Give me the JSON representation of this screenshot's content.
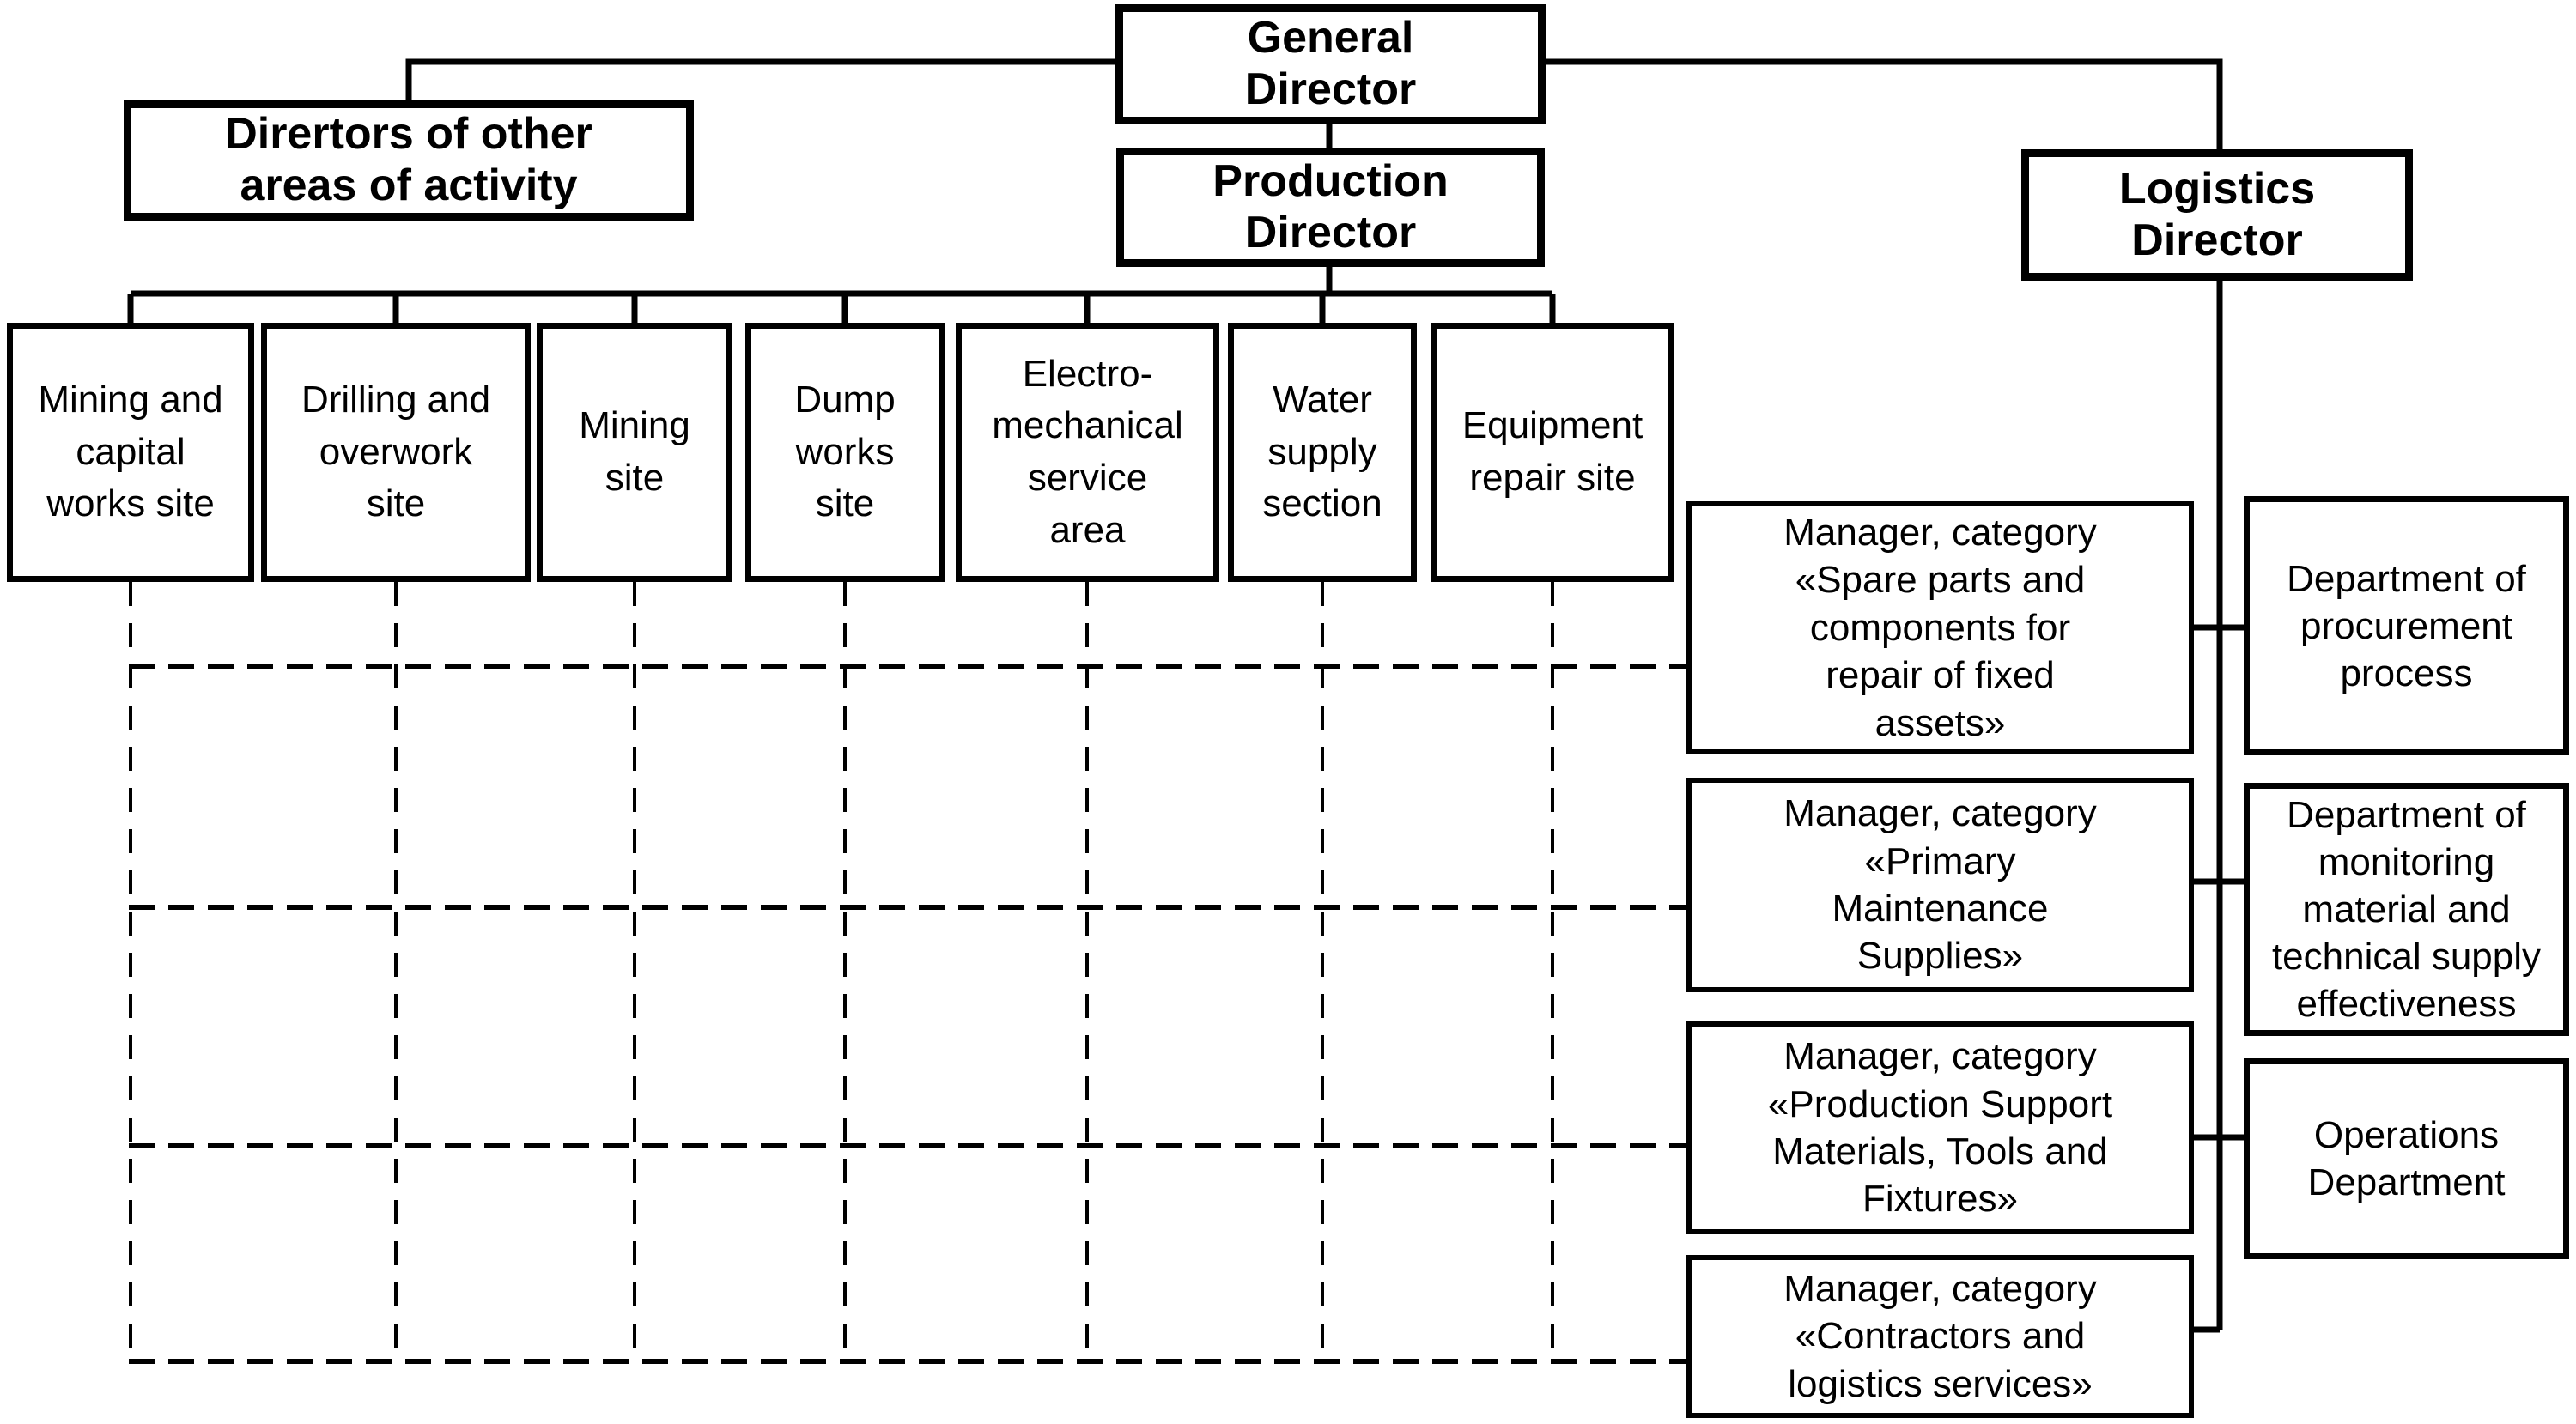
{
  "colors": {
    "line": "#000000",
    "background": "#ffffff"
  },
  "nodes": {
    "general_director": "General\nDirector",
    "directors_other": "Dirertors of other\nareas of activity",
    "production_director": "Production\nDirector",
    "logistics_director": "Logistics\nDirector"
  },
  "sites": [
    {
      "label": "Mining and\ncapital\nworks site"
    },
    {
      "label": "Drilling and\noverwork\nsite"
    },
    {
      "label": "Mining\nsite"
    },
    {
      "label": "Dump\nworks\nsite"
    },
    {
      "label": "Electro-\nmechanical\nservice\narea"
    },
    {
      "label": "Water\nsupply\nsection"
    },
    {
      "label": "Equipment\nrepair site"
    }
  ],
  "managers": [
    {
      "label": "Manager, category\n«Spare parts and\ncomponents for\nrepair of fixed\nassets»"
    },
    {
      "label": "Manager, category\n«Primary\nMaintenance\nSupplies»"
    },
    {
      "label": "Manager, category\n«Production Support\nMaterials, Tools and\nFixtures»"
    },
    {
      "label": "Manager, category\n«Contractors and\nlogistics services»"
    }
  ],
  "departments": [
    {
      "label": "Department of\nprocurement\nprocess"
    },
    {
      "label": "Department of\nmonitoring\nmaterial and\ntechnical supply\neffectiveness"
    },
    {
      "label": "Operations\nDepartment"
    }
  ]
}
